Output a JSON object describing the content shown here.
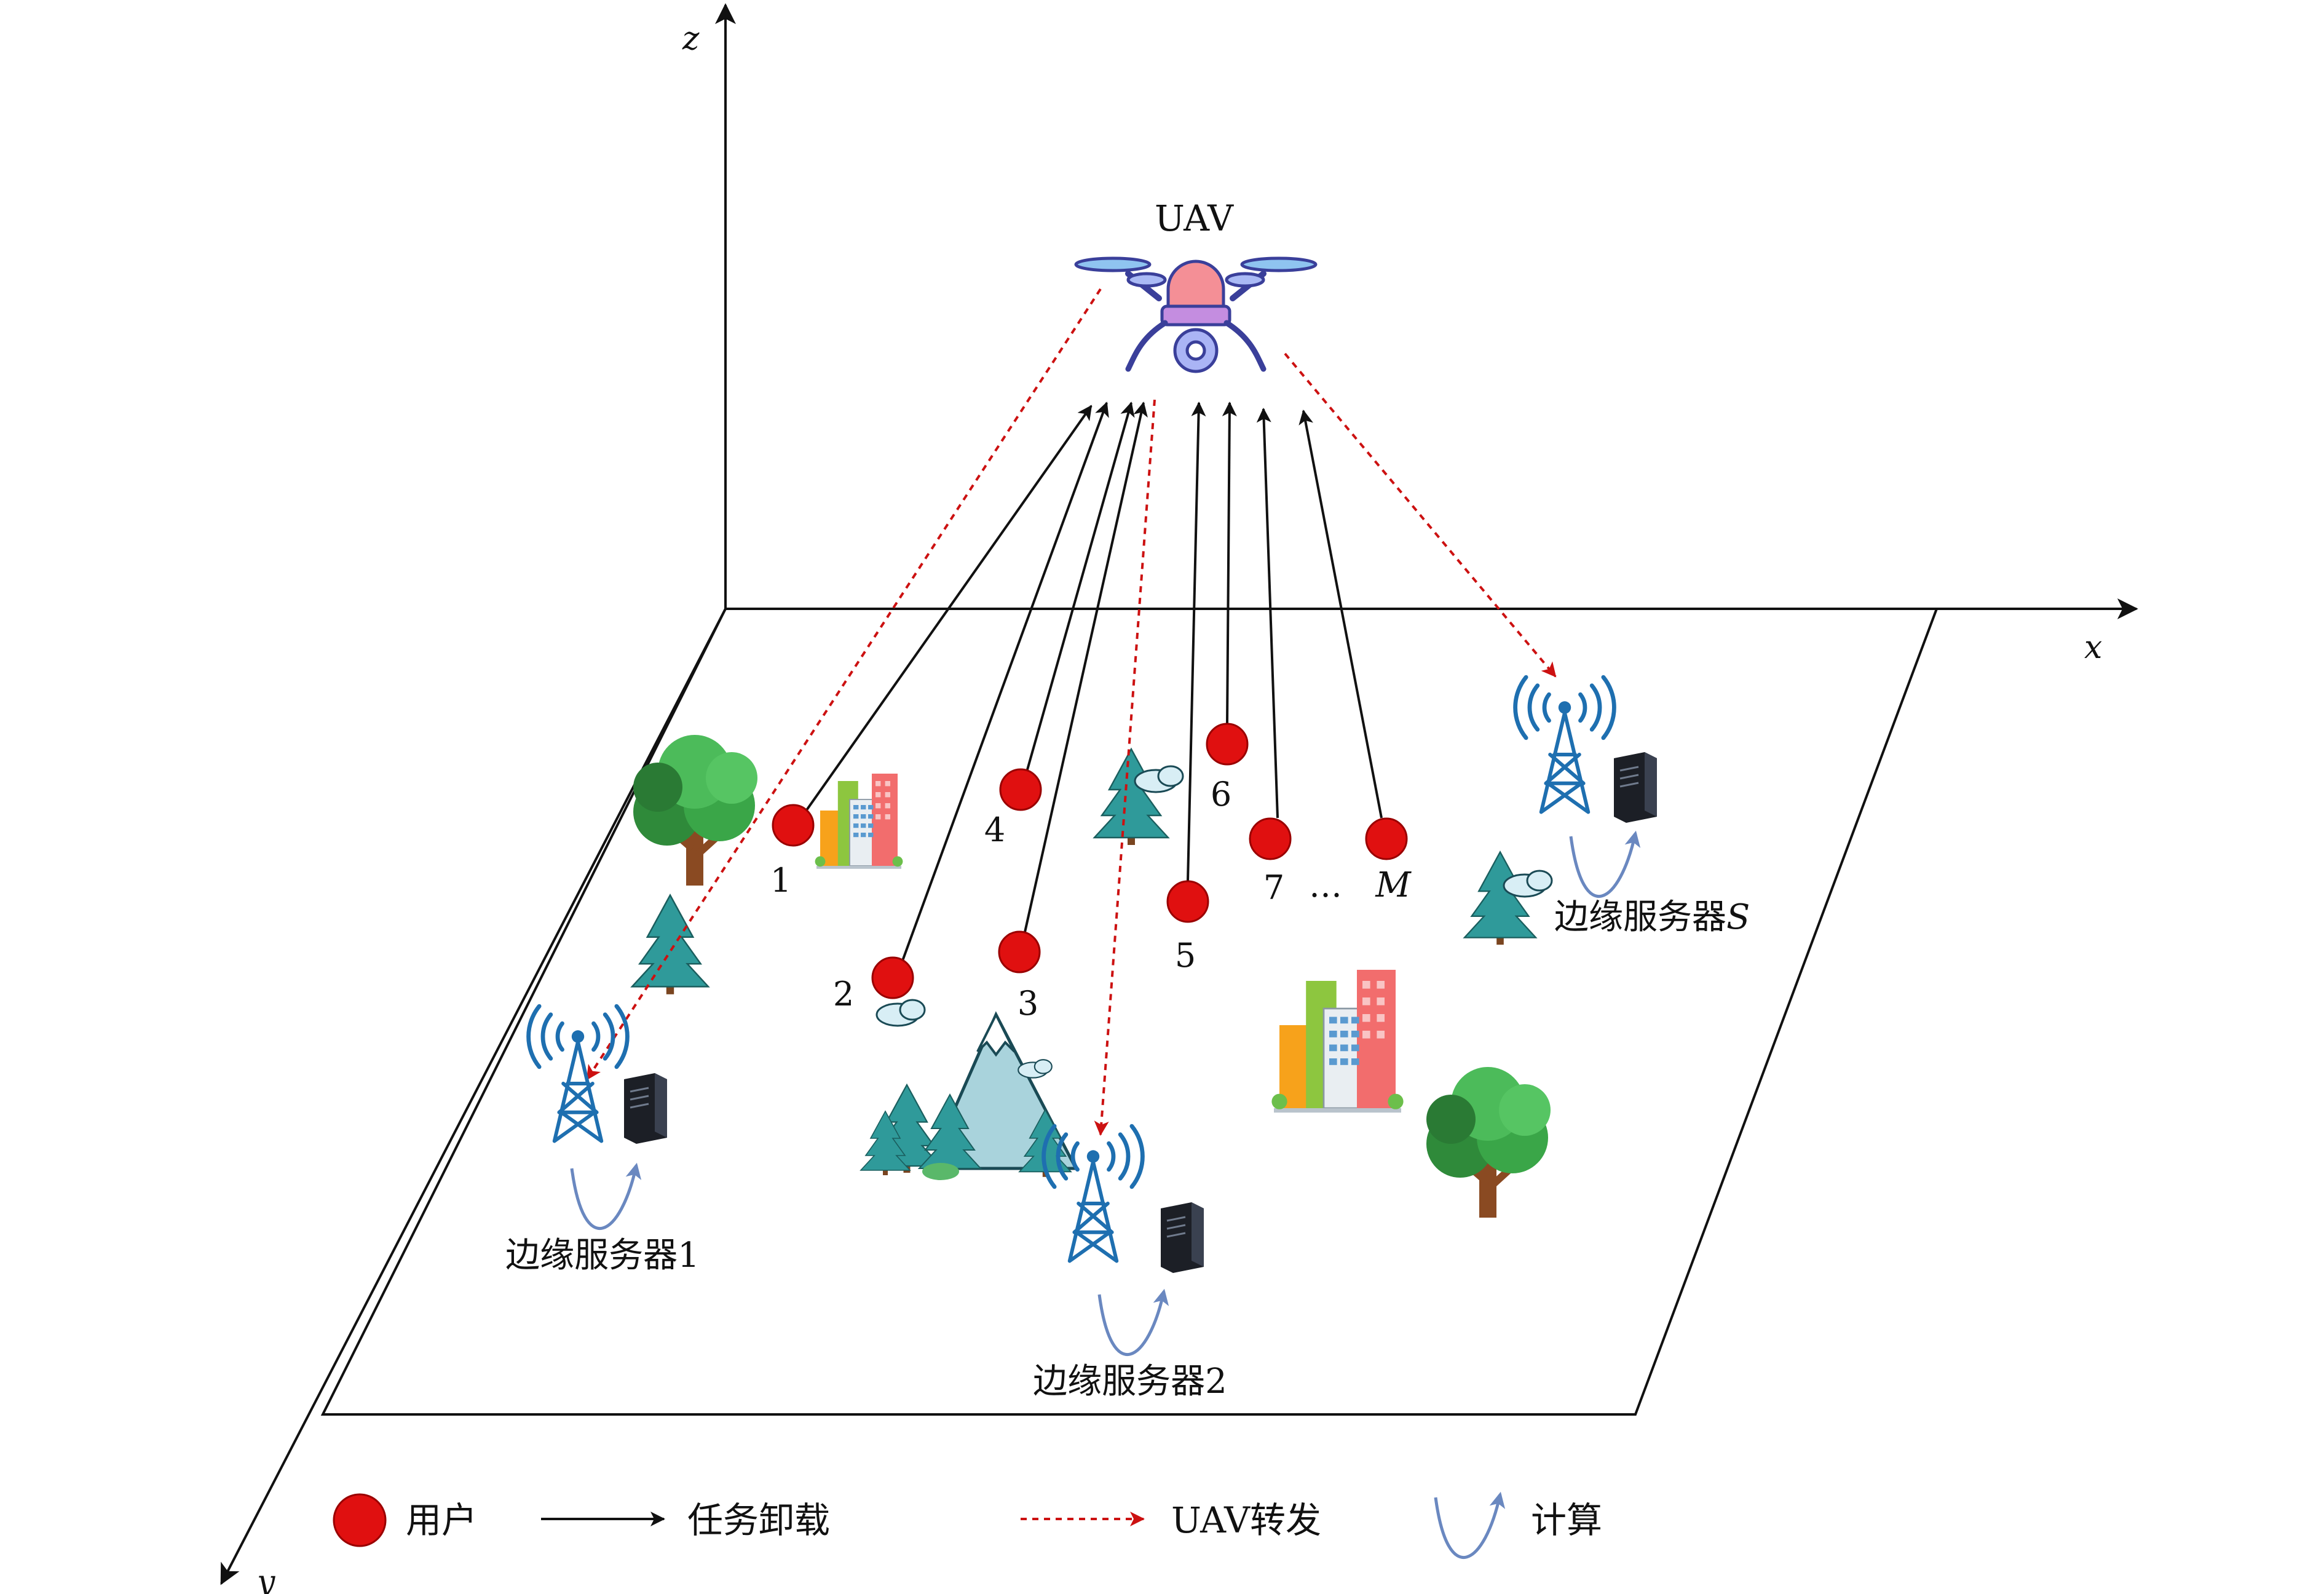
{
  "axes": {
    "x": "x",
    "y": "y",
    "z": "z"
  },
  "uav": {
    "label": "UAV"
  },
  "users": [
    {
      "label": "1"
    },
    {
      "label": "2"
    },
    {
      "label": "3"
    },
    {
      "label": "4"
    },
    {
      "label": "5"
    },
    {
      "label": "6"
    },
    {
      "label": "7"
    },
    {
      "label": "M"
    }
  ],
  "ellipsis": "…",
  "servers": [
    {
      "label": "边缘服务器1"
    },
    {
      "label": "边缘服务器2"
    },
    {
      "label": "边缘服务器",
      "suffix": "S"
    }
  ],
  "legend": {
    "user": "用户",
    "offload": "任务卸载",
    "relay": "UAV转发",
    "compute": "计算"
  },
  "colors": {
    "user": "#e01010",
    "relay": "#cc1111",
    "tower": "#1e6fb0",
    "compute": "#6a88c0",
    "server": "#252a33"
  }
}
